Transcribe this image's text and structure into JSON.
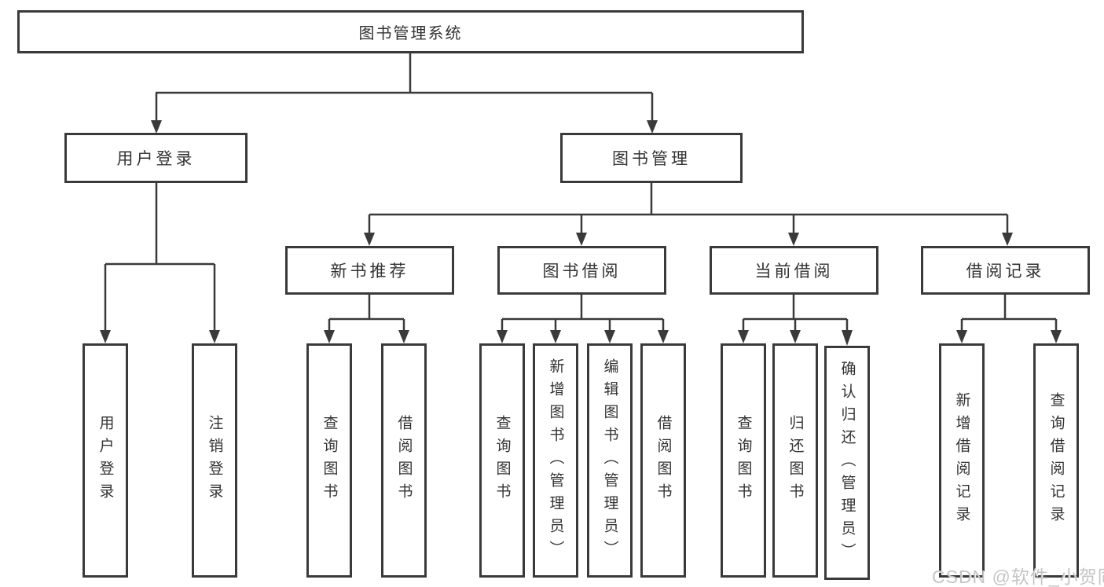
{
  "diagram": {
    "tree": {
      "label": "图书管理系统",
      "children": [
        {
          "label": "用户登录",
          "children": [
            {
              "label": "用户登录"
            },
            {
              "label": "注销登录"
            }
          ]
        },
        {
          "label": "图书管理",
          "children": [
            {
              "label": "新书推荐",
              "children": [
                {
                  "label": "查询图书"
                },
                {
                  "label": "借阅图书"
                }
              ]
            },
            {
              "label": "图书借阅",
              "children": [
                {
                  "label": "查询图书"
                },
                {
                  "label": "新增图书（管理员）"
                },
                {
                  "label": "编辑图书（管理员）"
                },
                {
                  "label": "借阅图书"
                }
              ]
            },
            {
              "label": "当前借阅",
              "children": [
                {
                  "label": "查询图书"
                },
                {
                  "label": "归还图书"
                },
                {
                  "label": "确认归还（管理员）"
                }
              ]
            },
            {
              "label": "借阅记录",
              "children": [
                {
                  "label": "新增借阅记录"
                },
                {
                  "label": "查询借阅记录"
                }
              ]
            }
          ]
        }
      ]
    },
    "watermark": "CSDN @软件_小贺同学",
    "colors": {
      "line": "#3a3a3a",
      "text": "#333333",
      "watermark": "#c5c5c5",
      "background": "#ffffff"
    }
  }
}
